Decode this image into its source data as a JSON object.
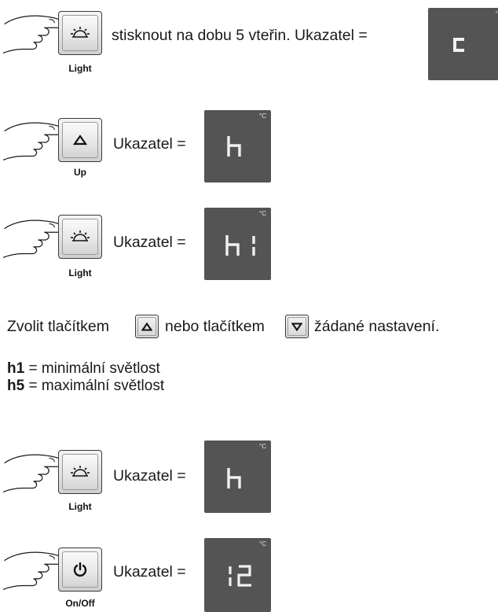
{
  "step1": {
    "button_caption": "Light",
    "instruction": "stisknout na dobu 5 vteřin. Ukazatel =",
    "display_value": "c",
    "display_unit": "°"
  },
  "step2": {
    "button_caption": "Up",
    "instruction": "Ukazatel =",
    "display_value": "h",
    "display_unit": "°C"
  },
  "step3": {
    "button_caption": "Light",
    "instruction": "Ukazatel =",
    "display_value": "h1",
    "display_unit": "°C"
  },
  "select": {
    "text_before": "Zvolit tlačítkem",
    "text_middle": "nebo tlačítkem",
    "text_after": "žádané nastavení."
  },
  "legend": {
    "h1_code": "h1",
    "h1_text": "= minimální světlost",
    "h5_code": "h5",
    "h5_text": "= maximální světlost"
  },
  "step4": {
    "button_caption": "Light",
    "instruction": "Ukazatel =",
    "display_value": "h",
    "display_unit": "°C"
  },
  "step5": {
    "button_caption": "On/Off",
    "instruction": "Ukazatel =",
    "display_value": "12",
    "display_unit": "°C"
  },
  "colors": {
    "display_bg": "#545454",
    "segment": "#f0f0f0",
    "key_border": "#3a3a3a"
  },
  "icons": [
    "hand-pointing-icon",
    "light-icon",
    "up-arrow-icon",
    "down-arrow-icon",
    "power-icon"
  ]
}
